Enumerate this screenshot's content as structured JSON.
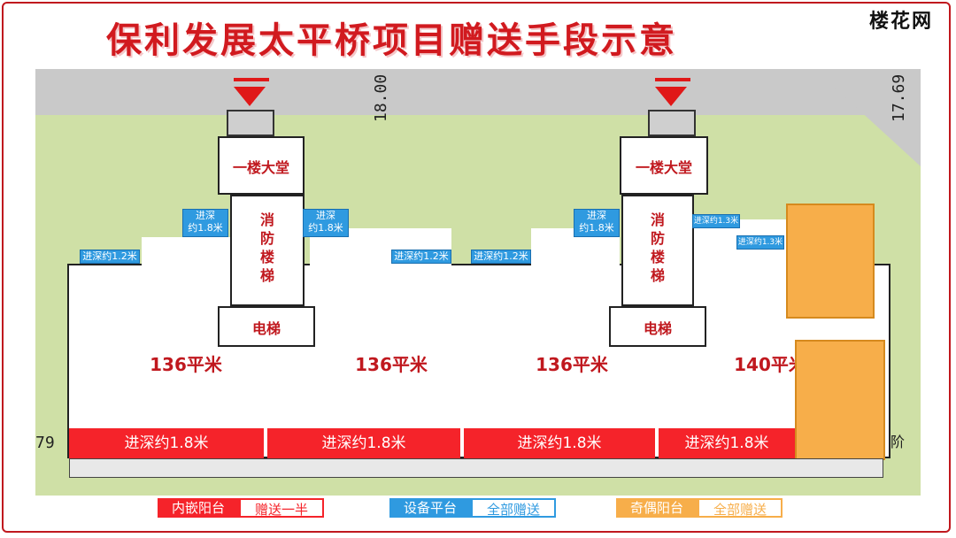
{
  "header": {
    "title": "保利发展太平桥项目赠送手段示意",
    "brand": "楼花网"
  },
  "dimensions": {
    "top_road": "18.00",
    "right_road": "17.69",
    "left_edge": "79"
  },
  "rooms": {
    "lobby_left": "一楼大堂",
    "lobby_right": "一楼大堂",
    "stairs_left": "消\n防\n楼\n梯",
    "stairs_right": "消\n防\n楼\n梯",
    "elevator_left": "电梯",
    "elevator_right": "电梯",
    "unit_areas": [
      "136平米",
      "136平米",
      "136平米",
      "140平米"
    ]
  },
  "blue_tags": {
    "depth_1_8_a": "进深\n约1.8米",
    "depth_1_8_b": "进深\n约1.8米",
    "depth_1_8_c": "进深\n约1.8米",
    "depth_1_2_a": "进深约1.2米",
    "depth_1_2_b": "进深约1.2米",
    "depth_1_2_c": "进深约1.2米",
    "depth_1_3_a": "进深约1.3米",
    "depth_1_3_b": "进深约1.3米"
  },
  "red_bands": [
    "进深约1.8米",
    "进深约1.8米",
    "进深约1.8米",
    "进深约1.8米"
  ],
  "edge_char": "阶",
  "legend": {
    "inset_label": "内嵌阳台",
    "inset_value": "赠送一半",
    "equip_label": "设备平台",
    "equip_value": "全部赠送",
    "odd_label": "奇偶阳台",
    "odd_value": "全部赠送"
  },
  "colors": {
    "title_red": "#d11a1f",
    "green": "#cfe0a6",
    "blue_tag": "#2f9ae0",
    "red_band": "#f5232a",
    "orange": "#f7ae4a"
  }
}
